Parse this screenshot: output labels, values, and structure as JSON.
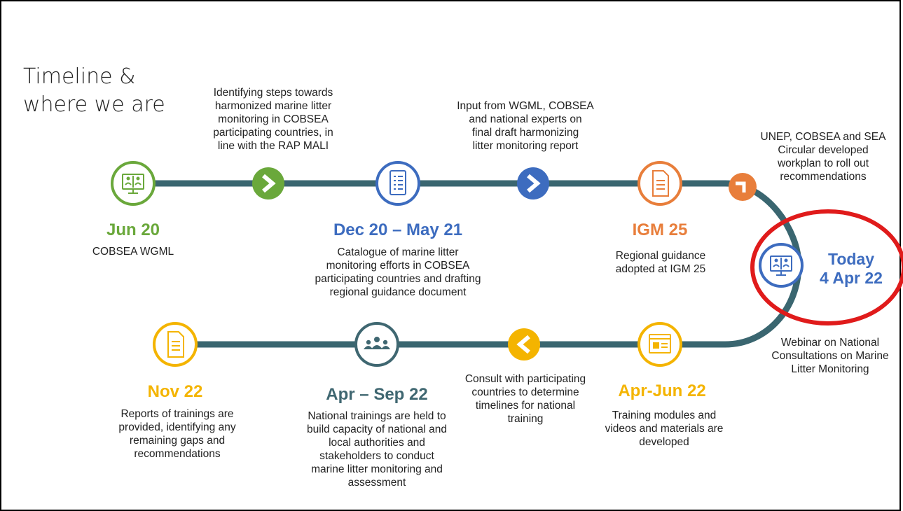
{
  "title": "Timeline &\nwhere we are",
  "colors": {
    "road": "#3a6670",
    "green": "#6aa83b",
    "blue": "#3d6cbf",
    "orange": "#e87e3b",
    "yellow": "#f4b400",
    "teal": "#3f6771",
    "red": "#e01b1b"
  },
  "milestones": [
    {
      "date": "Jun 20",
      "text": "COBSEA WGML",
      "icon": "monitor-people-icon"
    },
    {
      "text": "Identifying steps towards\nharmonized marine litter\nmonitoring in COBSEA\nparticipating countries, in\nline with the RAP MALI",
      "icon": "chevron-right-icon"
    },
    {
      "date": "Dec 20 – May 21",
      "text": "Catalogue of marine litter\nmonitoring efforts in COBSEA\nparticipating countries and drafting\nregional guidance document",
      "icon": "checklist-icon"
    },
    {
      "text": "Input from WGML, COBSEA\nand national experts on\nfinal draft harmonizing\nlitter monitoring report",
      "icon": "chevron-right-icon"
    },
    {
      "date": "IGM 25",
      "text": "Regional guidance\nadopted at IGM 25",
      "icon": "document-icon"
    },
    {
      "text": "UNEP, COBSEA and SEA\nCircular developed\nworkplan to roll out\nrecommendations",
      "icon": "corner-arrow-icon"
    },
    {
      "date": "Today\n4 Apr 22",
      "text": "Webinar on National\nConsultations on Marine\nLitter Monitoring",
      "icon": "monitor-people-icon"
    },
    {
      "date": "Apr-Jun 22",
      "text": "Training modules and\nvideos and materials are\ndeveloped",
      "icon": "presentation-icon"
    },
    {
      "text": "Consult with participating\ncountries to determine\ntimelines for national\ntraining",
      "icon": "chevron-left-icon"
    },
    {
      "date": "Apr – Sep 22",
      "text": "National trainings are held to\nbuild capacity of national and\nlocal authorities and\nstakeholders to conduct\nmarine litter monitoring and\nassessment",
      "icon": "group-icon"
    },
    {
      "date": "Nov 22",
      "text": "Reports of trainings are\nprovided, identifying any\nremaining gaps and\nrecommendations",
      "icon": "document-icon"
    }
  ]
}
